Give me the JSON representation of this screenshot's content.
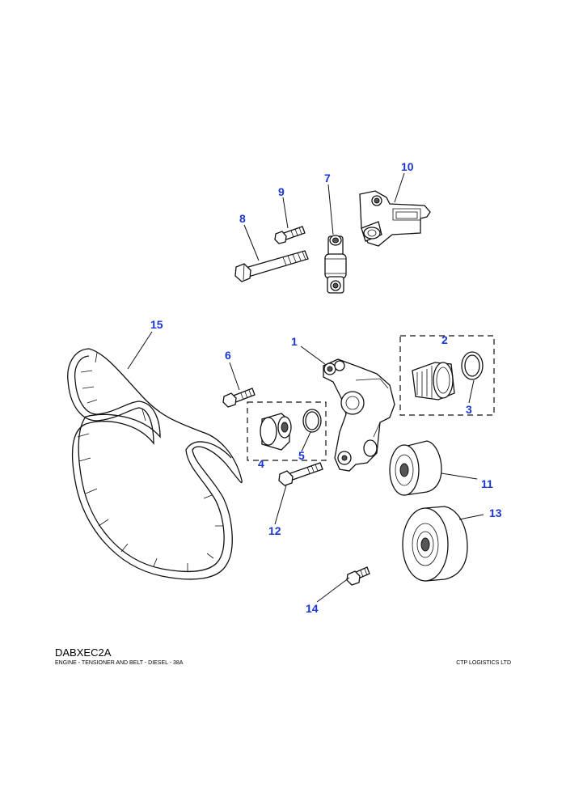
{
  "diagram_code": "DABXEC2A",
  "description": "ENGINE - TENSIONER AND BELT - DIESEL - 38A",
  "supplier": "CTP LOGISTICS LTD",
  "callouts": {
    "c1": "1",
    "c2": "2",
    "c3": "3",
    "c4": "4",
    "c5": "5",
    "c6": "6",
    "c7": "7",
    "c8": "8",
    "c9": "9",
    "c10": "10",
    "c11": "11",
    "c12": "12",
    "c13": "13",
    "c14": "14",
    "c15": "15"
  },
  "colors": {
    "callout": "#1a35d6",
    "line": "#111111"
  }
}
